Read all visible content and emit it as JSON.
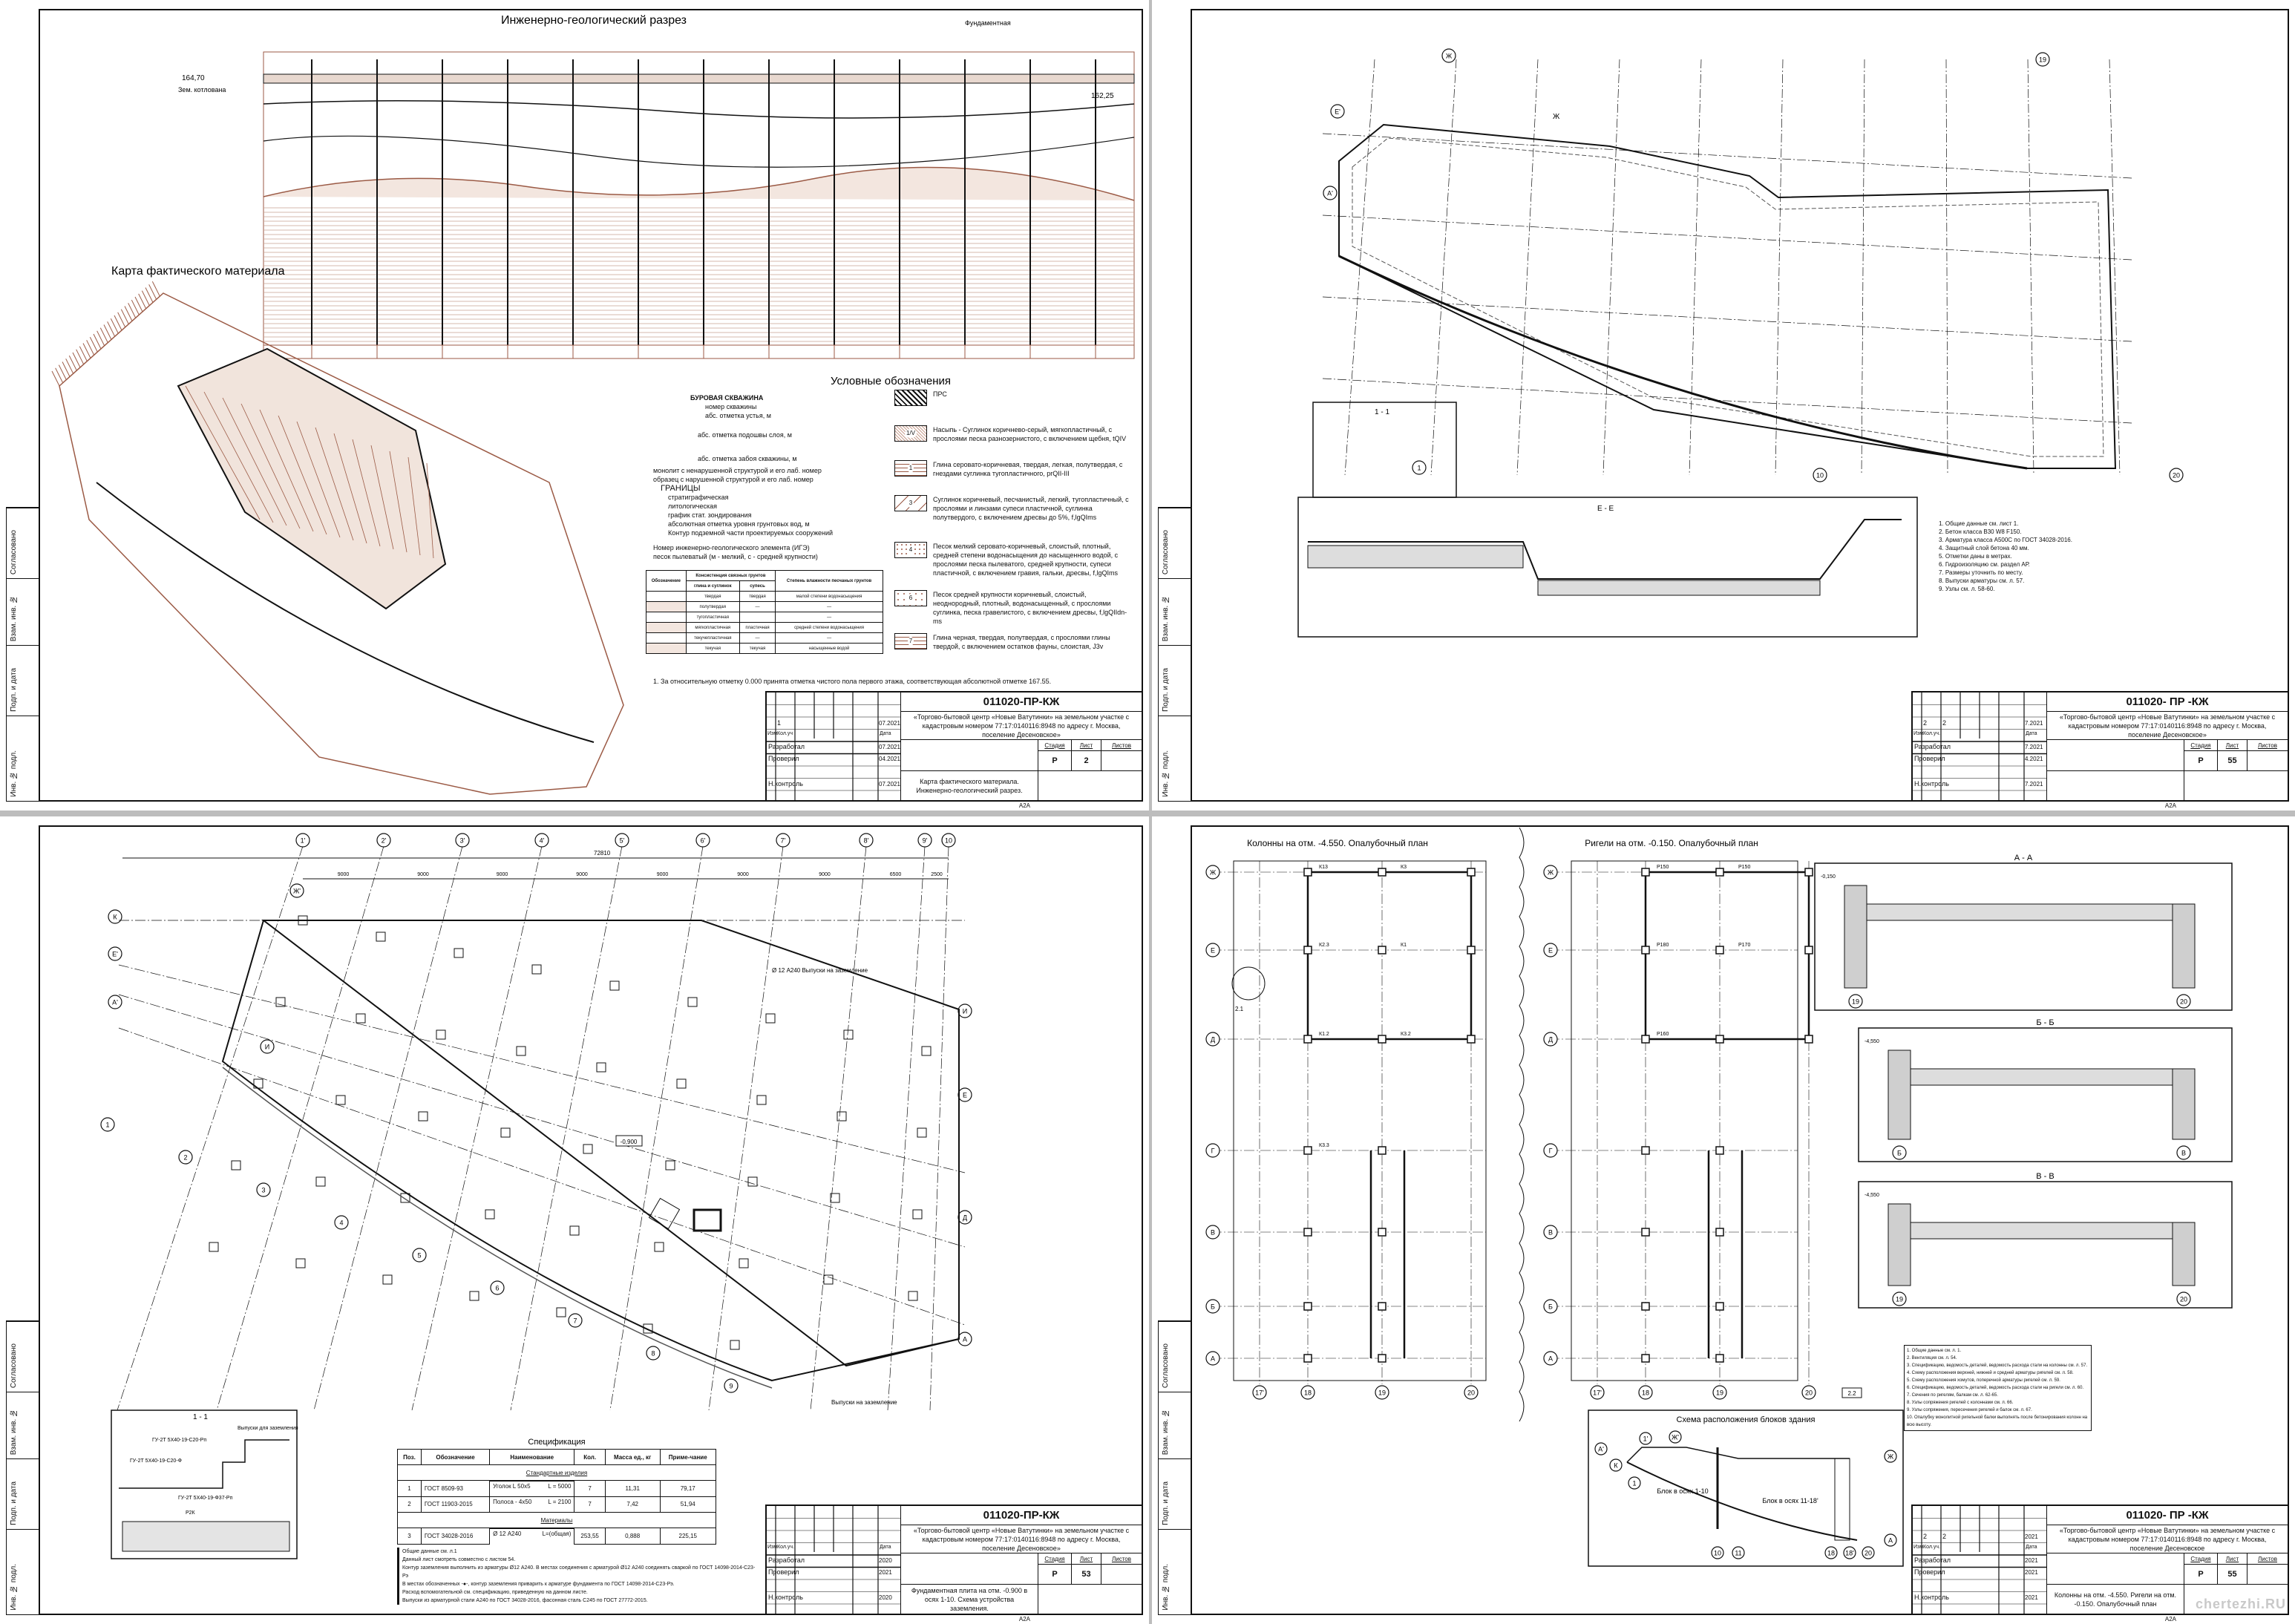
{
  "stamp_labels": [
    "Согласовано",
    "Взам. инв. №",
    "Подп. и дата",
    "Инв. № подл."
  ],
  "sheets": [
    {
      "title_block": {
        "code": "011020-ПР-КЖ",
        "project": "«Торгово-бытовой центр «Новые Ватутинки» на земельном участке с кадастровым номером 77:17:0140116:8948 по адресу г. Москва, поселение Десеновское»",
        "rev_no": "1",
        "rev_count": "",
        "col_change": "Изм.",
        "col_count": "Кол.уч",
        "col_date": "Дата",
        "roles": [
          "Разработал",
          "Проверил",
          "",
          "Н.контроль"
        ],
        "rev_date": "07.2021",
        "dates": [
          "07.2021",
          "04.2021",
          "",
          "07.2021"
        ],
        "stage_h": "Стадия",
        "sheet_h": "Лист",
        "sheets_h": "Листов",
        "stage": "Р",
        "sheet": "2",
        "sheet_title": "Карта фактического материала. Инженерно-геологический разрез.",
        "format": "А2А"
      }
    },
    {
      "title_block": {
        "code": "011020- ПР -КЖ",
        "project": "«Торгово-бытовой центр «Новые Ватутинки» на земельном участке с кадастровым номером 77:17:0140116:8948 по адресу г. Москва, поселение Десеновское»",
        "rev_no": "2",
        "rev_count": "2",
        "col_change": "Изм.",
        "col_count": "Кол.уч.",
        "col_date": "Дата",
        "roles": [
          "Разработал",
          "Проверил",
          "",
          "Н.контроль"
        ],
        "rev_date": "7.2021",
        "dates": [
          "7.2021",
          "4.2021",
          "",
          "7.2021"
        ],
        "stage_h": "Стадия",
        "sheet_h": "Лист",
        "sheets_h": "Листов",
        "stage": "Р",
        "sheet": "55",
        "sheet_title": "",
        "format": "А2А"
      }
    },
    {
      "title_block": {
        "code": "011020-ПР-КЖ",
        "project": "«Торгово-бытовой центр «Новые Ватутинки» на земельном участке с кадастровым номером 77:17:0140116:8948 по адресу г. Москва, поселение Десеновское»",
        "rev_no": "",
        "rev_count": "",
        "col_change": "Изм.",
        "col_count": "Кол.уч.",
        "col_date": "Дата",
        "roles": [
          "Разработал",
          "Проверил",
          "",
          "Н.контроль"
        ],
        "rev_date": "",
        "dates": [
          "2020",
          "2021",
          "",
          "2020"
        ],
        "stage_h": "Стадия",
        "sheet_h": "Лист",
        "sheets_h": "Листов",
        "stage": "Р",
        "sheet": "53",
        "sheet_title": "Фундаментная плита на отм. -0.900 в осях 1-10. Схема устройства заземления.",
        "format": "А2А"
      }
    },
    {
      "title_block": {
        "code": "011020- ПР -КЖ",
        "project": "«Торгово-бытовой центр «Новые Ватутинки» на земельном участке с кадастровым номером 77:17:0140116:8948 по адресу г. Москва, поселение Десеновское",
        "rev_no": "2",
        "rev_count": "2",
        "col_change": "Изм.",
        "col_count": "Кол.уч.",
        "col_date": "Дата",
        "roles": [
          "Разработал",
          "Проверил",
          "",
          "Н.контроль"
        ],
        "rev_date": "2021",
        "dates": [
          "2021",
          "2021",
          "",
          "2021"
        ],
        "stage_h": "Стадия",
        "sheet_h": "Лист",
        "sheets_h": "Листов",
        "stage": "Р",
        "sheet": "55",
        "sheet_title": "Колонны на отм. -4.550. Ригели на отм. -0.150. Опалубочный план",
        "format": "А2А"
      }
    }
  ],
  "sheet1": {
    "section_title": "Инженерно-геологический разрез",
    "map_title": "Карта фактического материала",
    "left_mark": "164,70",
    "left_mark_sub": "Зем. котлована",
    "right_mark": "162,25",
    "foundation_label": "Фундаментная",
    "legend_title": "Условные обозначения",
    "borehole_title": "БУРОВАЯ СКВАЖИНА",
    "borehole_lines": [
      "номер скважины",
      "абс. отметка устья, м",
      "абс. отметка подошвы слоя, м",
      "абс. отметка забоя скважины, м"
    ],
    "samples": [
      "монолит с ненарушенной структурой и его лаб. номер",
      "образец с нарушенной структурой и его лаб. номер"
    ],
    "bounds_title": "ГРАНИЦЫ",
    "bounds": [
      "стратиграфическая",
      "литологическая",
      "график стат. зондирования",
      "абсолютная отметка уровня грунтовых вод, м",
      "Контур подземной части проектируемых сооружений"
    ],
    "ige_lines": [
      "Номер инженерно-геологического элемента (ИГЭ)",
      "песок пылеватый (м - мелкий, с - средней крупности)"
    ],
    "consistency_table": {
      "headers": [
        "Обозначение",
        "Консистенция связных грунтов",
        "Степень влажности песчаных грунтов"
      ],
      "sub": [
        "глина и суглинок",
        "супесь"
      ],
      "rows": [
        [
          "твердая",
          "твердая",
          "малой степени водонасыщения"
        ],
        [
          "полутвердая",
          "—",
          "—"
        ],
        [
          "тугопластичная",
          "",
          "—"
        ],
        [
          "мягкопластичная",
          "пластичная",
          "средней степени водонасыщения"
        ],
        [
          "текучепластичная",
          "—",
          "—"
        ],
        [
          "текучая",
          "текучая",
          "насыщенные водой"
        ]
      ]
    },
    "legend_items": [
      {
        "num": "",
        "text": "ПРС"
      },
      {
        "num": "1/V",
        "text": "Насыпь - Суглинок коричнево-серый, мягкопластичный, с прослоями песка разнозернистого, с включением щебня, tQIV"
      },
      {
        "num": "1",
        "text": "Глина серовато-коричневая, твердая, легкая, полутвердая, с гнездами суглинка тугопластичного, prQII-III"
      },
      {
        "num": "3",
        "text": "Суглинок коричневый, песчанистый, легкий, тугопластичный, с прослоями и линзами супеси пластичной, суглинка полутвердого, с включением дресвы до 5%, f,lgQIms"
      },
      {
        "num": "4",
        "text": "Песок мелкий серовато-коричневый, слоистый, плотный, средней степени водонасыщения до насыщенного водой, с прослоями песка пылеватого, средней крупности, супеси пластичной, с включением гравия, гальки, дресвы, f,lgQIms"
      },
      {
        "num": "6",
        "text": "Песок средней крупности коричневый, слоистый, неоднородный, плотный, водонасыщенный, с прослоями суглинка, песка гравелистого, с включением дресвы, f,lgQIIdn-ms"
      },
      {
        "num": "7",
        "text": "Глина черная, твердая, полутвердая, с прослоями глины твердой, с включением остатков фауны, слоистая, J3v"
      }
    ],
    "note": "1. За относительную отметку 0.000 принята отметка чистого пола первого этажа, соответствующая абсолютной отметке 167.55."
  },
  "sheet2": {
    "section_label": "Е - Е",
    "detail_label": "1 - 1",
    "axis_labels": [
      "Ж",
      "Е'",
      "А'",
      "1",
      "10",
      "20",
      "19"
    ],
    "notes": [
      "1. Общие данные см. лист 1.",
      "2. Бетон класса В30 W8 F150.",
      "3. Арматура класса А500С по ГОСТ 34028-2016.",
      "4. Защитный слой бетона 40 мм.",
      "5. Отметки даны в метрах.",
      "6. Гидроизоляцию см. раздел АР.",
      "7. Размеры уточнить по месту.",
      "8. Выпуски арматуры см. л. 57.",
      "9. Узлы см. л. 58-60."
    ]
  },
  "sheet3": {
    "top_axes": [
      "1'",
      "2'",
      "3'",
      "4'",
      "5'",
      "6'",
      "7'",
      "8'",
      "9'",
      "10"
    ],
    "bottom_axes": [
      "1",
      "2",
      "3",
      "4",
      "5",
      "6",
      "7",
      "8",
      "9"
    ],
    "left_axes": [
      "К",
      "Е'",
      "А'"
    ],
    "right_axes": [
      "И",
      "Е",
      "Д",
      "А"
    ],
    "inner_axes": [
      "Ж'",
      "И"
    ],
    "overall_dim": "72810",
    "dims": [
      "9000",
      "9000",
      "9000",
      "9000",
      "9000",
      "9000",
      "9000",
      "6500",
      "2500"
    ],
    "level_mark": "-0,900",
    "callout": "Ø 12 А240 Выпуски на заземление",
    "callout2": "Выпуски на заземление",
    "section_title": "1 - 1",
    "section_labels": [
      "ГУ-2Т 5Х40-19-С20-Рп",
      "ГУ-2Т 5Х40-19-С20-Ф",
      "ГУ-2Т 5Х40-19-Ф37-Рп",
      "Выпуски для заземления",
      "Р2К"
    ],
    "spec_title": "Спецификация",
    "spec_headers": [
      "Поз.",
      "Обозначение",
      "Наименование",
      "Кол.",
      "Масса ед., кг",
      "Приме-чание"
    ],
    "spec_groups": [
      "Стандартные изделия",
      "Материалы"
    ],
    "spec_rows": [
      {
        "pos": "1",
        "doc": "ГОСТ 8509-93",
        "name": "Уголок L 50х5",
        "len": "L = 5000",
        "qty": "7",
        "mass": "11,31",
        "note": "79,17"
      },
      {
        "pos": "2",
        "doc": "ГОСТ 11903-2015",
        "name": "Полоса - 4х50",
        "len": "L = 2100",
        "qty": "7",
        "mass": "7,42",
        "note": "51,94"
      },
      {
        "pos": "3",
        "doc": "ГОСТ 34028-2016",
        "name": "Ø 12 А240",
        "len": "L=(общая)",
        "qty": "253,55",
        "mass": "0,888",
        "note": "225,15"
      }
    ],
    "notes": [
      "Общие данные см. л.1",
      "Данный лист смотреть совместно с листом 54.",
      "Контур заземления выполнить из арматуры Ø12 А240. В местах соединения с арматурой Ø12 А240 соединять сваркой по ГОСТ 14098-2014-С23-Рэ",
      "В местах обозначенных -●-, контур заземления приварить к арматуре фундамента по ГОСТ 14098-2014-С23-Рэ.",
      "Расход вспомогательной см. спецификацию, приведенную на данном листе.",
      "Выпуски из арматурной стали А240 по ГОСТ 34028-2016, фасонная сталь С245 по ГОСТ 27772-2015."
    ]
  },
  "sheet4": {
    "columns_title": "Колонны на отм. -4.550. Опалубочный план",
    "rigels_title": "Ригели на отм. -0.150. Опалубочный план",
    "row_axes": [
      "Ж",
      "Е",
      "Д",
      "Г",
      "В",
      "Б",
      "А"
    ],
    "col_axes": [
      "17'",
      "18",
      "19",
      "20"
    ],
    "column_marks": [
      "К13",
      "К3",
      "К2.3",
      "К1",
      "К1.2",
      "К3.2",
      "К3.3"
    ],
    "rigel_marks": [
      "Р150",
      "Р150",
      "Р180",
      "Р170",
      "Р160"
    ],
    "sections": [
      "А - А",
      "Б - Б",
      "В - В"
    ],
    "section_axes": [
      [
        "19",
        "20"
      ],
      [
        "Б",
        "В"
      ],
      [
        "19",
        "20"
      ]
    ],
    "level_marks": [
      "-0,150",
      "-4,550"
    ],
    "cloud_tag": "2.2",
    "cloud_tag2": "2.1",
    "scheme_title": "Схема расположения блоков здания",
    "block1": "Блок в осях 1-10",
    "block2": "Блок в осях 11-18'",
    "scheme_axes": [
      "1'",
      "Ж'",
      "А'",
      "К",
      "1",
      "Ж",
      "А",
      "10",
      "11",
      "18",
      "18'",
      "20"
    ],
    "notes": [
      "1. Общие данные см. л. 1.",
      "2. Вентиляция см. л. 54.",
      "3. Спецификацию, ведомость деталей, ведомость расхода стали на колонны см. л. 57.",
      "4. Схему расположения верхней, нижней и средней арматуры ригелей см. л. 58.",
      "5. Схему расположения хомутов, поперечной арматуры ригелей см. л. 59.",
      "6. Спецификацию, ведомость деталей, ведомость расхода стали на ригели см. л. 60.",
      "7. Сечения по ригелям, балкам см. л. 62-65.",
      "8. Узлы сопряжения ригелей с колоннами см. л. 66.",
      "9. Узлы сопряжения, пересечения ригелей и балок см. л. 67.",
      "10. Опалубку монолитной ригельной балки выполнять после бетонирования колонн на всю высоту."
    ]
  },
  "watermark": "chertezhi.RU",
  "colors": {
    "line": "#111111",
    "geology": "#9b5a45",
    "hatch": "#b08070",
    "sheet_bg": "#ffffff",
    "gap": "#bdbdbd"
  }
}
